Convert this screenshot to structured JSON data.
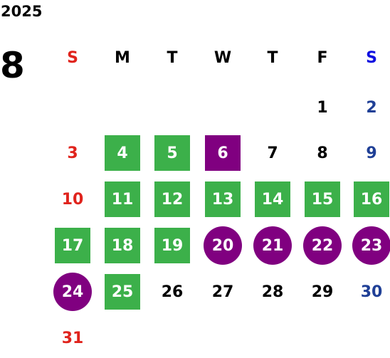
{
  "year": "2025",
  "month": "8",
  "weekdays": [
    "S",
    "M",
    "T",
    "W",
    "T",
    "F",
    "S"
  ],
  "colors": {
    "green": "#3cb04a",
    "purple": "#800080",
    "sunday": "#e0231c",
    "saturday": "#1f3f96",
    "saturday_header": "#1010e0"
  },
  "weeks": [
    [
      {
        "day": ""
      },
      {
        "day": ""
      },
      {
        "day": ""
      },
      {
        "day": ""
      },
      {
        "day": ""
      },
      {
        "day": "1",
        "style": "plain"
      },
      {
        "day": "2",
        "style": "plain"
      }
    ],
    [
      {
        "day": "3",
        "style": "plain"
      },
      {
        "day": "4",
        "style": "green-square"
      },
      {
        "day": "5",
        "style": "green-square"
      },
      {
        "day": "6",
        "style": "purple-square"
      },
      {
        "day": "7",
        "style": "plain"
      },
      {
        "day": "8",
        "style": "plain"
      },
      {
        "day": "9",
        "style": "plain"
      }
    ],
    [
      {
        "day": "10",
        "style": "plain"
      },
      {
        "day": "11",
        "style": "green-square"
      },
      {
        "day": "12",
        "style": "green-square"
      },
      {
        "day": "13",
        "style": "green-square"
      },
      {
        "day": "14",
        "style": "green-square"
      },
      {
        "day": "15",
        "style": "green-square"
      },
      {
        "day": "16",
        "style": "green-square"
      }
    ],
    [
      {
        "day": "17",
        "style": "green-square"
      },
      {
        "day": "18",
        "style": "green-square"
      },
      {
        "day": "19",
        "style": "green-square"
      },
      {
        "day": "20",
        "style": "purple-circle"
      },
      {
        "day": "21",
        "style": "purple-circle"
      },
      {
        "day": "22",
        "style": "purple-circle"
      },
      {
        "day": "23",
        "style": "purple-circle"
      }
    ],
    [
      {
        "day": "24",
        "style": "purple-circle"
      },
      {
        "day": "25",
        "style": "green-square"
      },
      {
        "day": "26",
        "style": "plain"
      },
      {
        "day": "27",
        "style": "plain"
      },
      {
        "day": "28",
        "style": "plain"
      },
      {
        "day": "29",
        "style": "plain"
      },
      {
        "day": "30",
        "style": "plain"
      }
    ],
    [
      {
        "day": "31",
        "style": "plain"
      },
      {
        "day": ""
      },
      {
        "day": ""
      },
      {
        "day": ""
      },
      {
        "day": ""
      },
      {
        "day": ""
      },
      {
        "day": ""
      }
    ]
  ]
}
